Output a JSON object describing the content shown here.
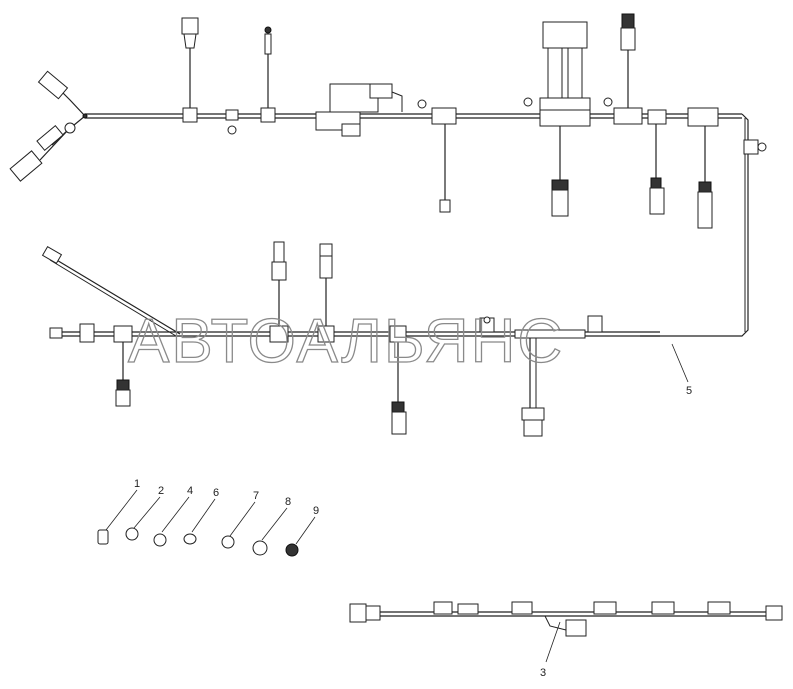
{
  "watermark": "АВТОАЛЬЯНС",
  "callouts": {
    "c1": "1",
    "c2": "2",
    "c4": "4",
    "c6": "6",
    "c7": "7",
    "c8": "8",
    "c9": "9",
    "c5": "5",
    "c3": "3"
  },
  "colors": {
    "line": "#222222",
    "watermark": "#8a8a8a",
    "background": "#ffffff"
  }
}
